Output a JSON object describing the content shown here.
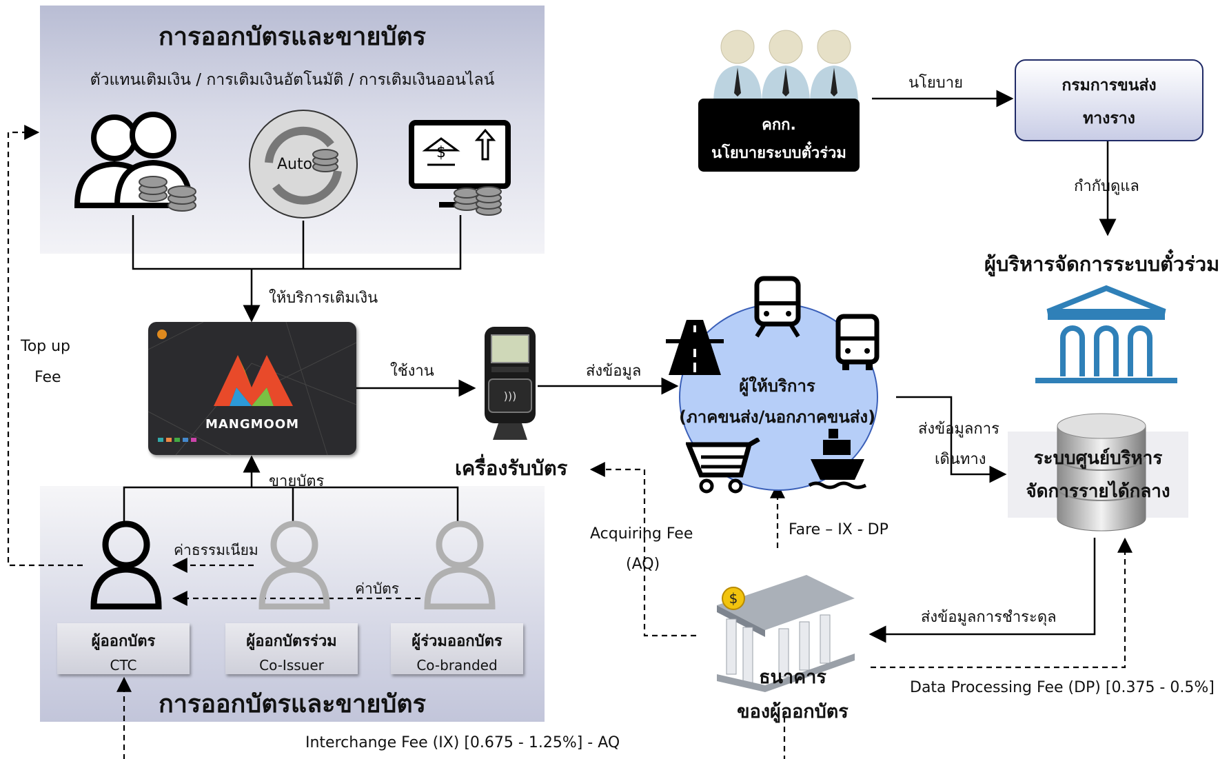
{
  "top_panel": {
    "title": "การออกบัตรและขายบัตร",
    "subtitle": "ตัวแทนเติมเงิน / การเติมเงินอัตโนมัติ / การเติมเงินออนไลน์",
    "auto_label": "Auto"
  },
  "bottom_panel": {
    "title": "การออกบัตรและขายบัตร"
  },
  "card": {
    "brand": "MANGMOOM"
  },
  "issuers": [
    {
      "name": "ผู้ออกบัตร",
      "sub": "CTC"
    },
    {
      "name": "ผู้ออกบัตรร่วม",
      "sub": "Co-Issuer"
    },
    {
      "name": "ผู้ร่วมออกบัตร",
      "sub": "Co-branded"
    }
  ],
  "committee": {
    "line1": "คกก.",
    "line2": "นโยบายระบบตั๋วร่วม"
  },
  "department": {
    "line1": "กรมการขนส่ง",
    "line2": "ทางราง"
  },
  "manager_title": "ผู้บริหารจัดการระบบตั๋วร่วม",
  "provider": {
    "line1": "ผู้ให้บริการ",
    "line2": "(ภาคขนส่ง/นอกภาคขนส่ง)"
  },
  "card_reader": "เครื่องรับบัตร",
  "clearing_center": {
    "line1": "ระบบศูนย์บริหาร",
    "line2": "จัดการรายได้กลาง"
  },
  "bank": {
    "line1": "ธนาคาร",
    "line2": "ของผู้ออกบัตร"
  },
  "labels": {
    "topup_service": "ให้บริการเติมเงิน",
    "use": "ใช้งาน",
    "send_data": "ส่งข้อมูล",
    "sell_card": "ขายบัตร",
    "fee": "ค่าธรรมเนียม",
    "card_fee": "ค่าบัตร",
    "policy": "นโยบาย",
    "supervise": "กำกับดูแล",
    "travel_data_1": "ส่งข้อมูลการ",
    "travel_data_2": "เดินทาง",
    "settlement_data": "ส่งข้อมูลการชำระดุล",
    "topup_fee_1": "Top up",
    "topup_fee_2": "Fee",
    "acquiring_fee_1": "Acquiring Fee",
    "acquiring_fee_2": "(AQ)",
    "fare": "Fare – IX - DP",
    "dp_fee": "Data Processing Fee (DP) [0.375 - 0.5%]",
    "ix_fee": "Interchange Fee (IX) [0.675 - 1.25%] - AQ"
  },
  "icons": [
    "people-coins-icon",
    "auto-topup-icon",
    "online-topup-icon",
    "board-members-icon",
    "government-building-icon",
    "database-icon",
    "bank-icon",
    "card-reader-icon",
    "train-icon",
    "bus-icon",
    "highway-icon",
    "cart-icon",
    "ship-icon",
    "person-icon"
  ],
  "colors": {
    "panel": "#c4c7dc",
    "circle": "#b6cef8",
    "building": "#2f80b8",
    "committee_box": "#000000"
  }
}
